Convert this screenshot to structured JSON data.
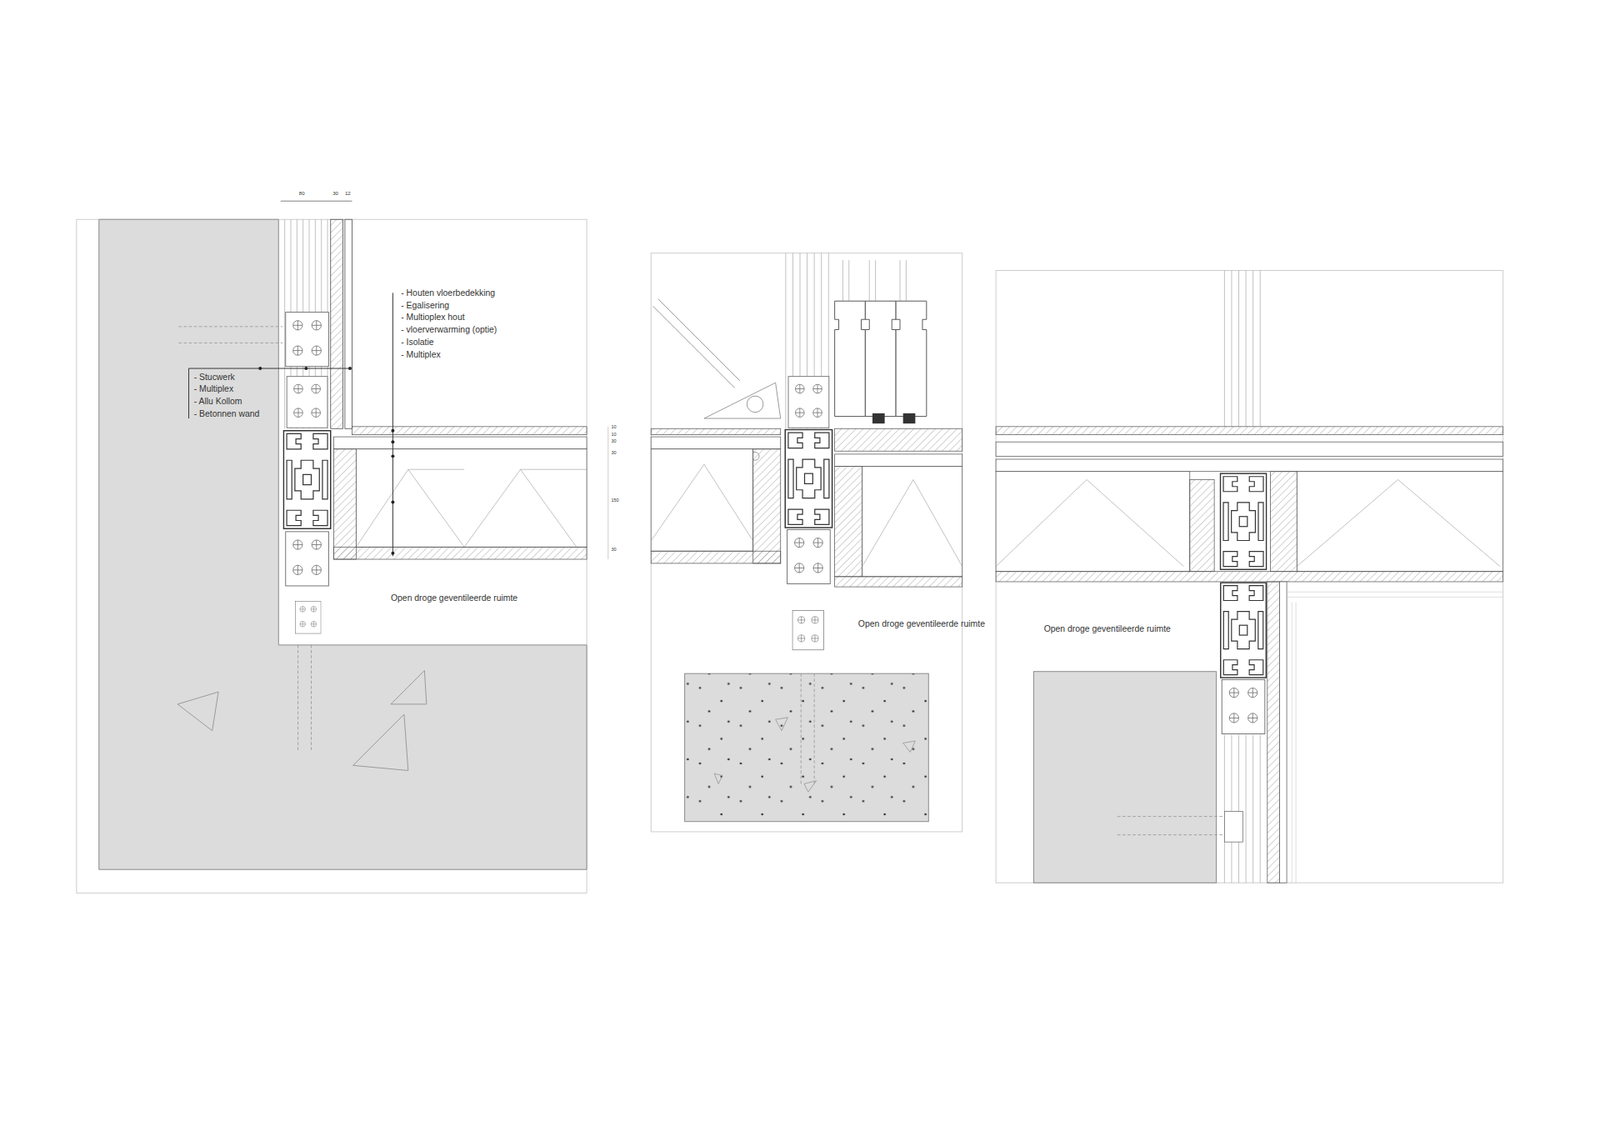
{
  "diagram": {
    "labels": [
      "80",
      "30",
      "12",
      "- Houten vloerbedekking",
      "- Egalisering",
      "- Multioplex hout",
      "- vloerverwarming (optie)",
      "- Isolatie",
      "- Multiplex",
      "- Stucwerk",
      "- Multiplex",
      "- Allu Kollom",
      "- Betonnen wand",
      "10",
      "10",
      "30",
      "30",
      "150",
      "30",
      "Open droge geventileerde ruimte",
      "Open droge geventileerde ruimte",
      "Open droge geventileerde ruimte"
    ]
  }
}
